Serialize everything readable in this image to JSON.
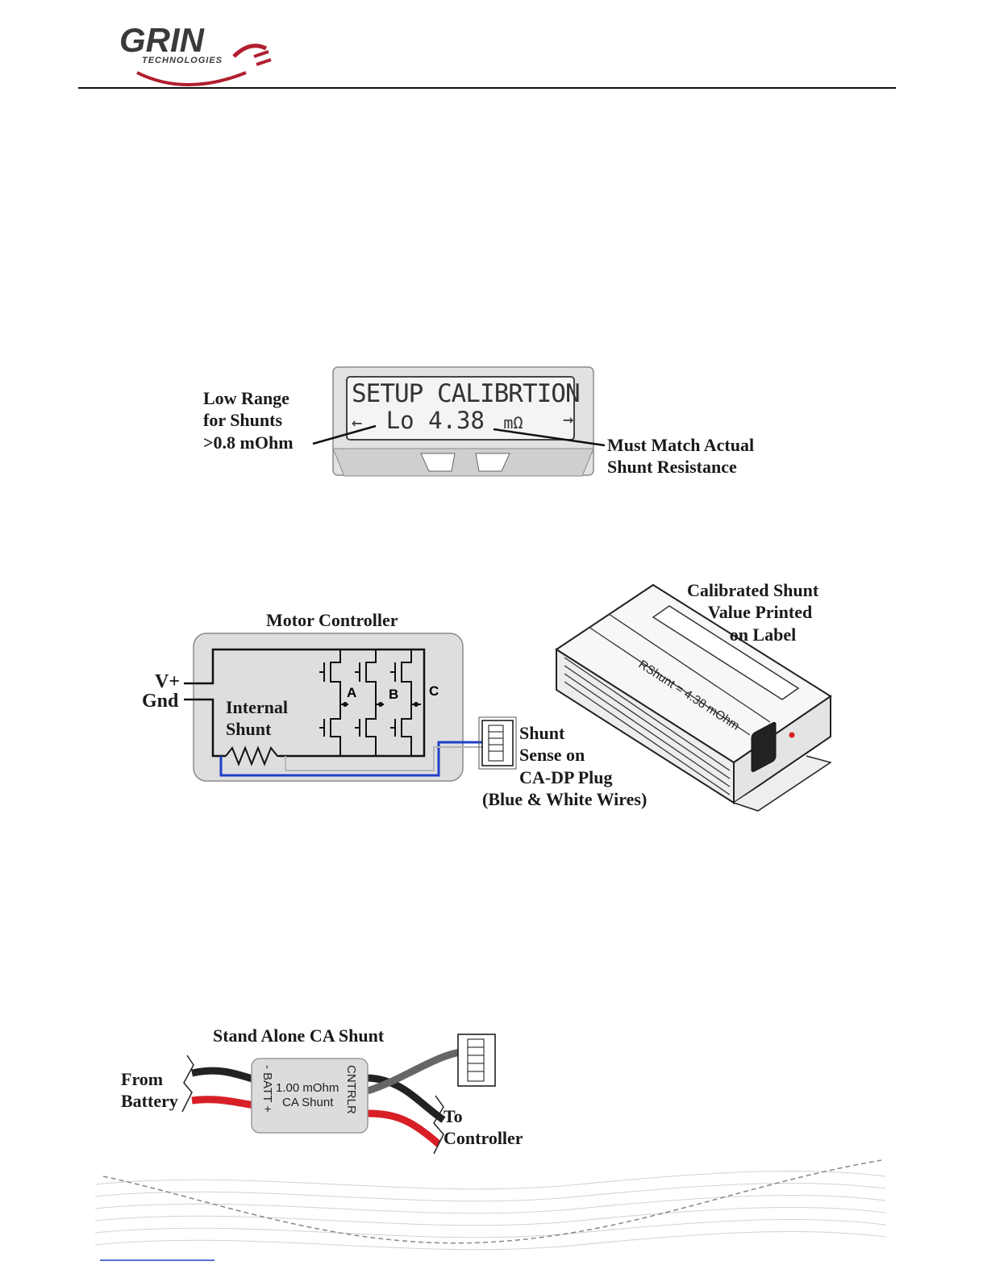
{
  "header": {
    "brand_name": "GRIN",
    "brand_sub": "TECHNOLOGIES",
    "brand_color": "#b01e2f"
  },
  "lcd_figure": {
    "screen_line1": "SETUP CALIBRTION",
    "screen_line2_prefix": "Lo 4.38",
    "screen_unit": "mΩ",
    "left_arrow": "←",
    "right_arrow": "→",
    "callout_left": [
      "Low Range",
      "for Shunts",
      ">0.8 mOhm"
    ],
    "callout_right": [
      "Must Match Actual",
      "Shunt Resistance"
    ]
  },
  "controller_figure": {
    "title": "Motor Controller",
    "v_plus": "V+",
    "gnd": "Gnd",
    "internal_shunt": [
      "Internal",
      "Shunt"
    ],
    "phase_a": "A",
    "phase_b": "B",
    "phase_c": "C",
    "plug_note": [
      "Shunt",
      "Sense on",
      "CA-DP Plug",
      "(Blue & White Wires)"
    ],
    "calibrated_note": [
      "Calibrated Shunt",
      "Value Printed",
      "on Label"
    ],
    "label_text": "RShunt = 4.38 mOhm",
    "wire_blue": "#1f3fc8"
  },
  "standalone_figure": {
    "title": "Stand Alone CA Shunt",
    "from_battery": [
      "From",
      "Battery"
    ],
    "to_controller": [
      "To",
      "Controller"
    ],
    "batt_side": "- BATT +",
    "cntrlr_side": "CNTRLR",
    "shunt_value": "1.00 mOhm",
    "shunt_name": "CA Shunt",
    "wire_red": "#d81f26"
  }
}
